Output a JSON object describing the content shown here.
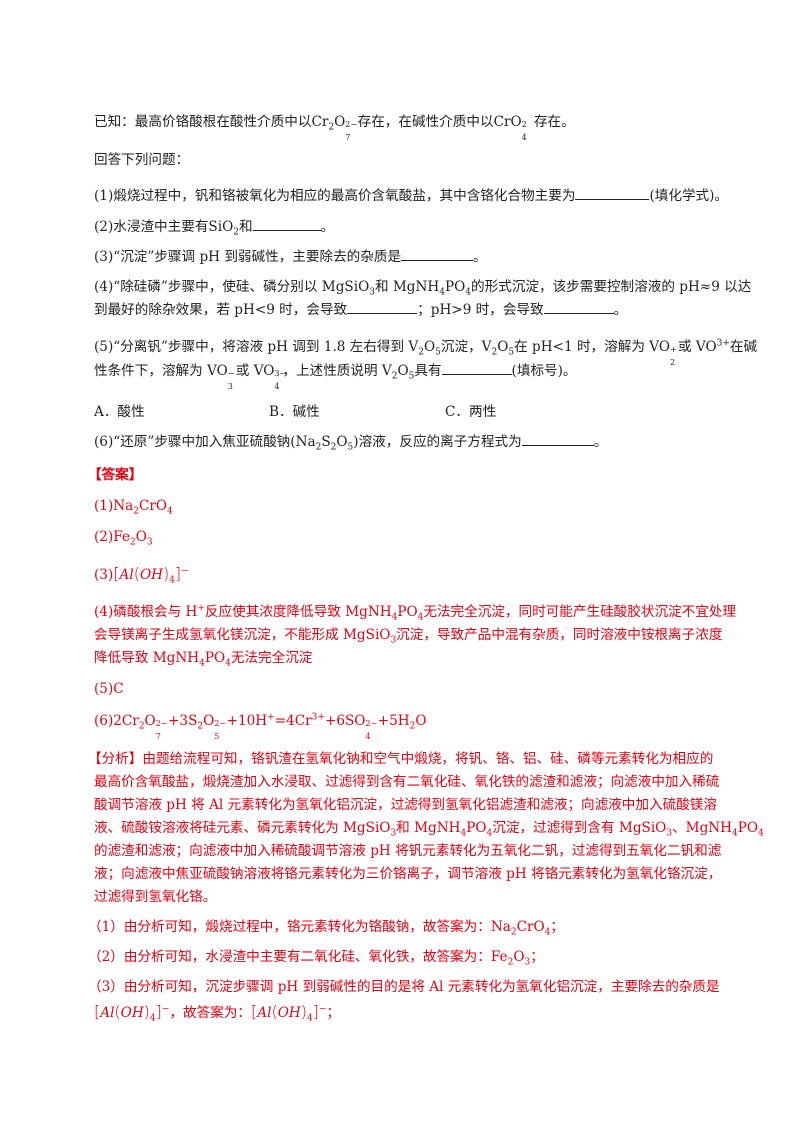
{
  "known": {
    "a": "已知：最高价铬酸根在酸性介质中以",
    "cr2o7": "Cr",
    "mid": "存在，在碱性介质中以",
    "cro4": "CrO",
    "end": "存在。"
  },
  "intro": "回答下列问题：",
  "q1": {
    "a": "(1)煅烧过程中，钒和铬被氧化为相应的最高价含氧酸盐，其中含铬化合物主要为",
    "b": "(填化学式)。"
  },
  "q2": {
    "a": "(2)水浸渣中主要有SiO",
    "b": "和",
    "c": "。"
  },
  "q3": {
    "a": "(3)“沉淀”步骤调 pH 到弱碱性，主要除去的杂质是",
    "b": "。"
  },
  "q4": {
    "l1": "(4)“除硅磷”步骤中，使硅、磷分别以 MgSiO",
    "l1b": "和 MgNH",
    "l1c": "PO",
    "l1d": "的形式沉淀，该步需要控制溶液的 pH≈9 以达",
    "l2a": "到最好的除杂效果，若 pH<9 时，会导致",
    "l2b": "；pH>9 时，会导致",
    "l2c": "。"
  },
  "q5": {
    "l1a": "(5)“分离钒”步骤中，将溶液 pH 调到 1.8 左右得到 V",
    "l1b": "O",
    "l1c": "沉淀，V",
    "l1d": "O",
    "l1e": "在 pH<1 时，溶解为 VO",
    "l1f": "或 VO",
    "l1g": "在碱",
    "l2a": "性条件下，溶解为 VO",
    "l2b": "或 VO",
    "l2c": "，上述性质说明 V",
    "l2d": "O",
    "l2e": "具有",
    "l2f": "(填标号)。"
  },
  "options": {
    "a": "A．酸性",
    "b": "B．碱性",
    "c": "C．两性"
  },
  "q6": {
    "a": "(6)“还原”步骤中加入焦亚硫酸钠(Na",
    "b": "S",
    "c": "O",
    "d": "溶液，反应的离子方程式为",
    "e": "。"
  },
  "answer_head": "【答案】",
  "ans1": "(1)Na",
  "ans1b": "CrO",
  "ans2": "(2)Fe",
  "ans2b": "O",
  "ans3": "(3)",
  "ans4": {
    "l1": "(4)磷酸根会与 H",
    "l1b": "反应使其浓度降低导致 MgNH",
    "l1c": "PO",
    "l1d": "无法完全沉淀，同时可能产生硅酸胶状沉淀不宜处理",
    "l2": "会导镁离子生成氢氧化镁沉淀，不能形成 MgSiO",
    "l2b": "沉淀，导致产品中混有杂质，同时溶液中铵根离子浓度",
    "l3": "降低导致 MgNH",
    "l3b": "PO",
    "l3c": "无法完全沉淀"
  },
  "ans5": "(5)C",
  "ans6": {
    "a": "(6)2Cr",
    "b": "O",
    "c": "+3S",
    "d": "O",
    "e": "+10H",
    "f": "=4Cr",
    "g": "+6SO",
    "h": "+5H",
    "i": "O"
  },
  "analysis": {
    "l1": "【分析】由题给流程可知，铬钒渣在氢氧化钠和空气中煅烧，将钒、铬、铝、硅、磷等元素转化为相应的",
    "l2": "最高价含氧酸盐，煅烧渣加入水浸取、过滤得到含有二氧化硅、氧化铁的滤渣和滤液；向滤液中加入稀硫",
    "l3": "酸调节溶液 pH 将 Al 元素转化为氢氧化铝沉淀，过滤得到氢氧化铝滤渣和滤液；向滤液中加入硫酸镁溶",
    "l4a": "液、硫酸铵溶液将硅元素、磷元素转化为 MgSiO",
    "l4b": "和 MgNH",
    "l4c": "PO",
    "l4d": "沉淀，过滤得到含有 MgSiO",
    "l4e": "、MgNH",
    "l4f": "PO",
    "l5": "的滤渣和滤液；向滤液中加入稀硫酸调节溶液 pH 将钒元素转化为五氧化二钒，过滤得到五氧化二钒和滤",
    "l6": "液；向滤液中焦亚硫酸钠溶液将铬元素转化为三价铬离子，调节溶液 pH 将铬元素转化为氢氧化铬沉淀，",
    "l7": "过滤得到氢氧化铬。"
  },
  "e1": {
    "a": "（1）由分析可知，煅烧过程中，铬元素转化为铬酸钠，故答案为：Na",
    "b": "CrO",
    "c": "；"
  },
  "e2": {
    "a": "（2）由分析可知，水浸渣中主要有二氧化硅、氧化铁，故答案为：Fe",
    "b": "O",
    "c": "；"
  },
  "e3": {
    "l1": "（3）由分析可知，沉淀步骤调 pH 到弱碱性的目的是将 Al 元素转化为氢氧化铝沉淀，主要除去的杂质是",
    "l2": "，故答案为：",
    "l2e": "；"
  },
  "math": {
    "al": "Al",
    "oh": "OH",
    "four": "4",
    "minus": "−",
    "two": "2",
    "three": "3",
    "seven": "7",
    "five": "5",
    "plus": "+",
    "dminus": "2−",
    "dminus3": "3−",
    "hplus": "+",
    "crplus": "3+"
  }
}
